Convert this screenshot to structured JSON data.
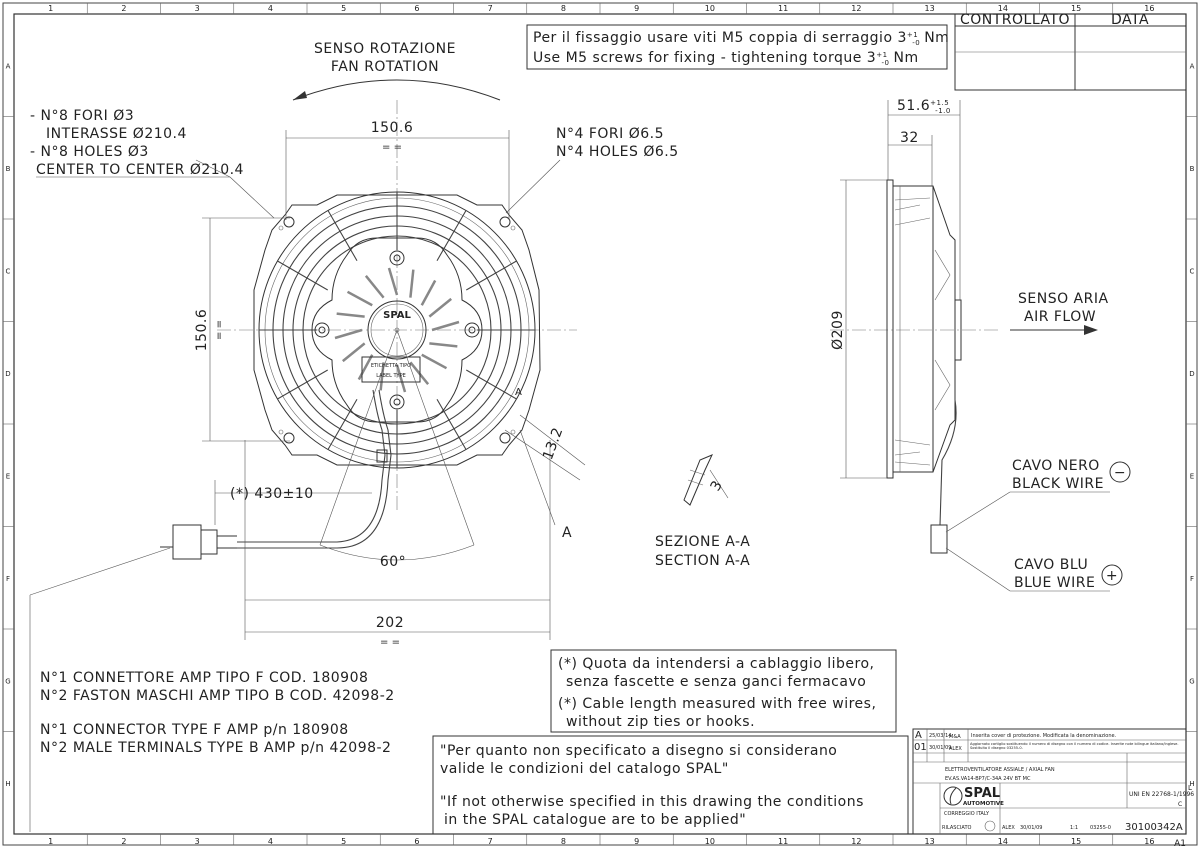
{
  "grid": {
    "cols": [
      "1",
      "2",
      "3",
      "4",
      "5",
      "6",
      "7",
      "8",
      "9",
      "10",
      "11",
      "12",
      "13",
      "14",
      "15",
      "16"
    ],
    "rows": [
      "A",
      "B",
      "C",
      "D",
      "E",
      "F",
      "G",
      "H"
    ]
  },
  "check_box": {
    "controllato": "CONTROLLATO",
    "data": "DATA"
  },
  "screw_note": {
    "line1": "Per il fissaggio usare viti M5 coppia di serraggio 3",
    "line2": "Use M5 screws for fixing - tightening torque 3",
    "tol_plus": "+1",
    "tol_minus": "-0",
    "unit": "Nm"
  },
  "rotation": {
    "it": "SENSO ROTAZIONE",
    "en": "FAN ROTATION"
  },
  "holes_left": [
    "- N°8 FORI Ø3",
    "INTERASSE Ø210.4",
    "- N°8 HOLES Ø3",
    "CENTER TO CENTER Ø210.4"
  ],
  "holes_right": [
    "N°4 FORI Ø6.5",
    "N°4 HOLES Ø6.5"
  ],
  "dimensions": {
    "top_width": "150.6",
    "left_height": "150.6",
    "equal": "= =",
    "overall": "202",
    "angle": "60°",
    "cable": "(*) 430±10",
    "offset": "13.2",
    "section_mark": "A",
    "section_depth": "3",
    "depth": "51.6",
    "depth_tol_plus": "+1.5",
    "depth_tol_minus": "-1.0",
    "depth_inner": "32",
    "diameter": "Ø209"
  },
  "label_plate": {
    "it": "ETICHETTA TIPO",
    "en": "LABEL TYPE"
  },
  "hub_logo": "SPAL",
  "section": {
    "it": "SEZIONE A-A",
    "en": "SECTION A-A"
  },
  "airflow": {
    "it": "SENSO ARIA",
    "en": "AIR FLOW"
  },
  "wires": {
    "black_it": "CAVO NERO",
    "black_en": "BLACK WIRE",
    "black_sign": "−",
    "blue_it": "CAVO BLU",
    "blue_en": "BLUE WIRE",
    "blue_sign": "+"
  },
  "connector_notes": [
    "N°1 CONNETTORE AMP TIPO F COD. 180908",
    "N°2 FASTON MASCHI AMP TIPO B COD. 42098-2",
    "N°1 CONNECTOR TYPE F AMP p/n 180908",
    "N°2 MALE TERMINALS TYPE B AMP p/n 42098-2"
  ],
  "cable_notes": [
    "(*) Quota da intendersi a cablaggio libero,",
    "senza fascette e senza ganci fermacavo",
    "(*) Cable length measured with free wires,",
    "without zip ties or hooks."
  ],
  "catalogue_notes": [
    "\"Per quanto non specificato a disegno si considerano",
    "valide le condizioni del catalogo SPAL\"",
    "\"If not otherwise specified in this drawing the conditions",
    "in the SPAL catalogue are to be applied\""
  ],
  "title_block": {
    "revisions": [
      {
        "rev": "A",
        "date": "25/03/14",
        "by": "M&A",
        "desc": "Inserita cover di protezione. Modificata la denominazione."
      },
      {
        "rev": "01",
        "date": "30/01/09",
        "by": "ALEX",
        "desc": "Aggiornato cartiglio sostituendo il numero di disegno con il numero di codice. Inserite note bilingue italiano/inglese. Sostituito il disegno 03255-0."
      }
    ],
    "title": "ELETTROVENTILATORE ASSIALE / AXIAL FAN",
    "model": "EV.AS.VA14-BP7/C-34A 24V BT MC",
    "brand": "SPAL",
    "brand_sub": "AUTOMOTIVE",
    "location": "CORREGGIO ITALY",
    "standard": "UNI EN 22768-1/1996",
    "tolerance_class": "C",
    "status": "RILASCIATO",
    "drawn_by": "ALEX",
    "date": "30/01/09",
    "scale": "1:1",
    "old_drawing": "03255-0",
    "code": "30100342A",
    "side_letter": "L",
    "format": "A1"
  }
}
